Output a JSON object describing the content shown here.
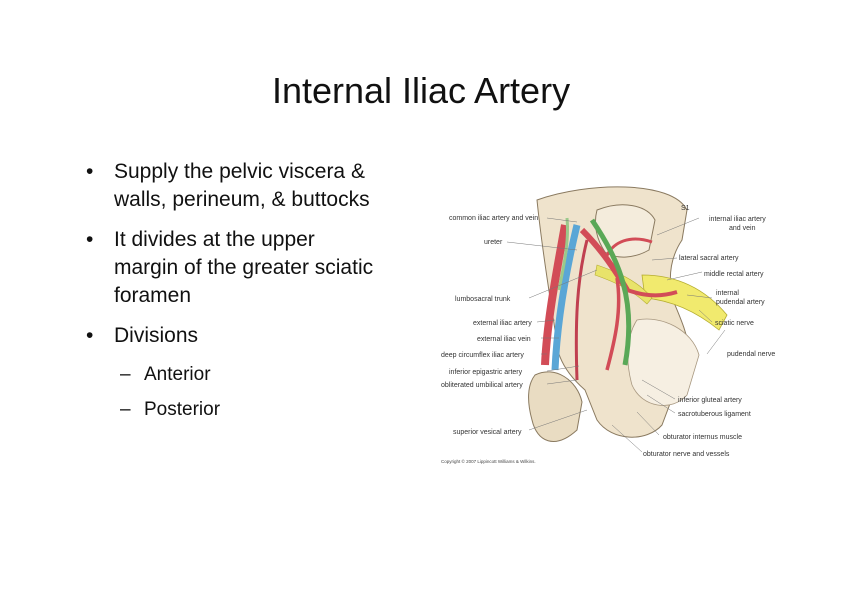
{
  "slide": {
    "title": "Internal Iliac Artery",
    "bullets": [
      {
        "lines": [
          "Supply the pelvic viscera &",
          "walls, perineum, & buttocks"
        ]
      },
      {
        "lines": [
          "It divides at the upper",
          "margin of the greater sciatic",
          "foramen"
        ]
      },
      {
        "lines": [
          "Divisions"
        ]
      }
    ],
    "sub_bullets": [
      "Anterior",
      "Posterior"
    ]
  },
  "figure": {
    "labels": {
      "common_iliac": "common iliac artery and vein",
      "s1": "S1",
      "internal_iliac_1": "internal iliac artery",
      "internal_iliac_2": "and vein",
      "ureter": "ureter",
      "lateral_sacral": "lateral sacral artery",
      "middle_rectal": "middle rectal artery",
      "lumbosacral": "lumbosacral trunk",
      "internal_pudendal_1": "internal",
      "internal_pudendal_2": "pudendal artery",
      "external_iliac_artery": "external iliac artery",
      "sciatic": "sciatic nerve",
      "external_iliac_vein": "external iliac vein",
      "deep_circumflex": "deep circumflex iliac artery",
      "pudendal_nerve": "pudendal nerve",
      "inferior_epigastric": "inferior epigastric artery",
      "obliterated_umbilical": "obliterated umbilical artery",
      "inferior_gluteal": "inferior gluteal artery",
      "sacrotuberous": "sacrotuberous ligament",
      "superior_vesical": "superior vesical artery",
      "obturator_internus": "obturator internus muscle",
      "obturator_nerve": "obturator nerve and vessels"
    },
    "copyright": "Copyright © 2007 Lippincott Williams & Wilkins."
  }
}
